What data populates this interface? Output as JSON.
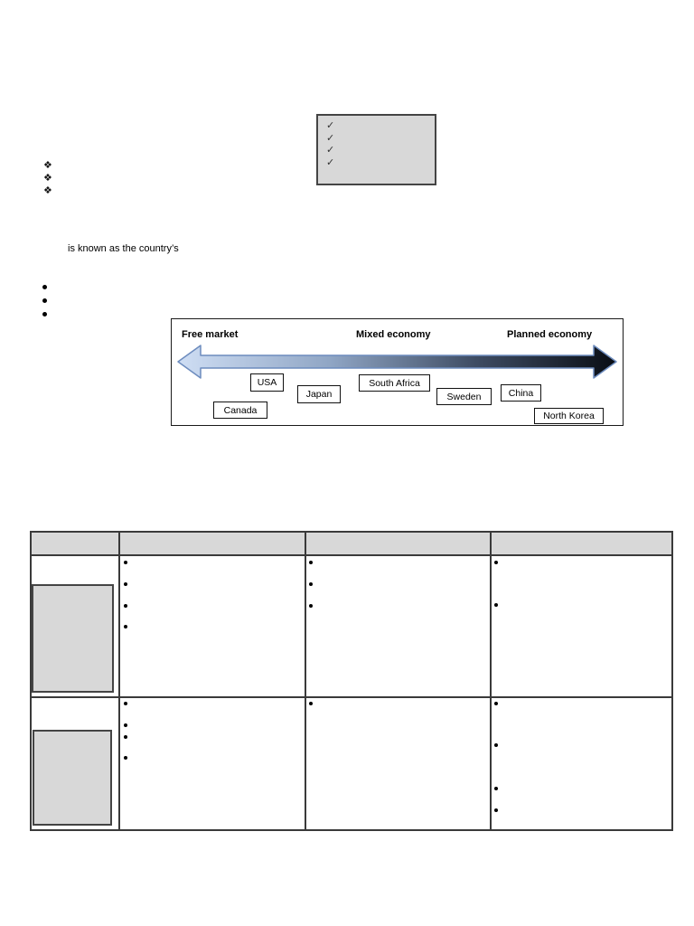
{
  "page": {
    "kind": "economics-worksheet-page"
  },
  "colors": {
    "panel_fill": "#d8d8d8",
    "panel_border": "#444444",
    "table_border": "#3a3a3a",
    "diagram_border": "#1a1a1a",
    "ink": "#000000",
    "check_ink": "#333333",
    "arrow_c1": "#cfdef4",
    "arrow_c2": "#8fa5c4",
    "arrow_c3": "#3e4c63",
    "arrow_c4": "#090d14",
    "arrow_outline": "#6d8cbe"
  },
  "icons": {
    "checkmark": "✓",
    "diamond_bullet": "❖",
    "round_bullet": "•"
  },
  "intro": {
    "known_as_text": "is known as the country’s"
  },
  "diagram": {
    "left_label": "Free market",
    "center_label": "Mixed economy",
    "right_label": "Planned economy",
    "countries": {
      "usa": "USA",
      "japan": "Japan",
      "south_africa": "South Africa",
      "sweden": "Sweden",
      "china": "China",
      "canada": "Canada",
      "north_korea": "North Korea"
    }
  },
  "table": {
    "columns": 4,
    "rows": 2,
    "header_cells_text": [
      "",
      "",
      "",
      ""
    ],
    "row1_bullet_counts": [
      0,
      4,
      3,
      2
    ],
    "row2_bullet_counts": [
      0,
      4,
      1,
      4
    ]
  }
}
